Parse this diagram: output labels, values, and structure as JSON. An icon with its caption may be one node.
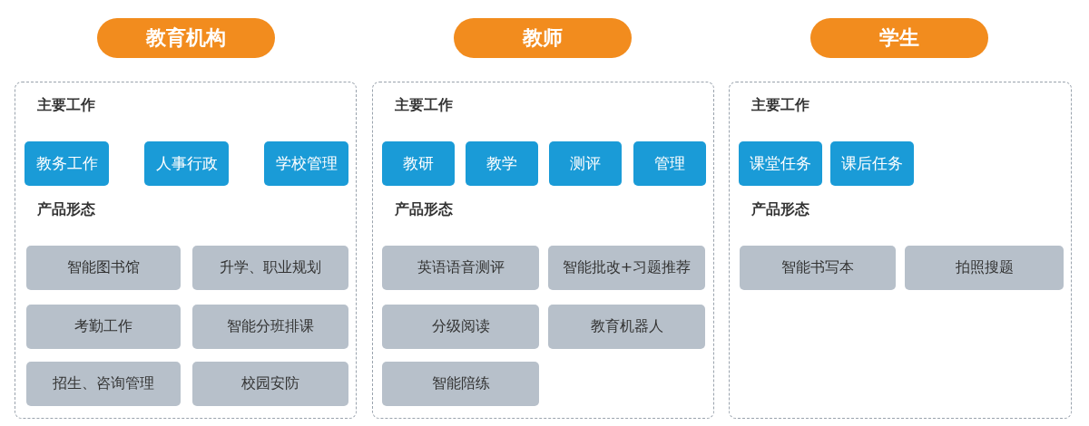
{
  "diagram": {
    "nodes": [
      {
        "text": [
          "教育机构"
        ]
      },
      {
        "text": [
          "主要工作",
          "产品形态"
        ]
      },
      {
        "text": [
          "教务工作"
        ],
        "in": 1
      },
      {
        "text": [
          "人事行政"
        ],
        "in": 1
      },
      {
        "text": [
          "学校管理"
        ],
        "in": 1
      },
      {
        "text": [
          "智能图书馆"
        ],
        "in": 1
      },
      {
        "text": [
          "升学、职业规划"
        ],
        "in": 1
      },
      {
        "text": [
          "考勤工作"
        ],
        "in": 1
      },
      {
        "text": [
          "智能分班排课"
        ],
        "in": 1
      },
      {
        "text": [
          "招生、咨询管理"
        ],
        "in": 1
      },
      {
        "text": [
          "校园安防"
        ],
        "in": 1
      },
      {
        "text": [
          "教师"
        ]
      },
      {
        "text": [
          "主要工作",
          "产品形态"
        ]
      },
      {
        "text": [
          "教研"
        ],
        "in": 12
      },
      {
        "text": [
          "教学"
        ],
        "in": 12
      },
      {
        "text": [
          "测评"
        ],
        "in": 12
      },
      {
        "text": [
          "管理"
        ],
        "in": 12
      },
      {
        "text": [
          "英语语音测评"
        ],
        "in": 12
      },
      {
        "text": [
          "智能批改+习题推荐"
        ],
        "in": 12
      },
      {
        "text": [
          "分级阅读"
        ],
        "in": 12
      },
      {
        "text": [
          "教育机器人"
        ],
        "in": 12
      },
      {
        "text": [
          "智能陪练"
        ],
        "in": 12
      },
      {
        "text": [
          "学生"
        ]
      },
      {
        "text": [
          "主要工作",
          "产品形态"
        ]
      },
      {
        "text": [
          "课堂任务"
        ],
        "in": 23
      },
      {
        "text": [
          "课后任务"
        ],
        "in": 23
      },
      {
        "text": [
          "智能书写本"
        ],
        "in": 23
      },
      {
        "text": [
          "拍照搜题"
        ],
        "in": 23
      }
    ]
  }
}
